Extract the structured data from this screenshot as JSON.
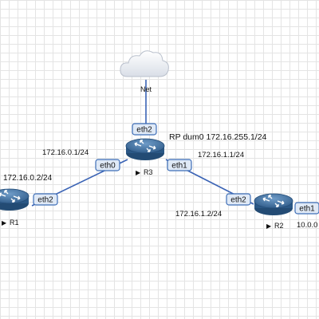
{
  "colors": {
    "link": "#3a63b5",
    "router_body": "#3b6da0",
    "iface_fill": "#dfe9f6",
    "iface_stroke": "#3f6fb8",
    "cloud_fill": "#eef1f6"
  },
  "cloud": {
    "label": "Net",
    "icon": "cloud-icon"
  },
  "routers": {
    "r1": {
      "label": "R1",
      "icon": "router-icon"
    },
    "r2": {
      "label": "R2",
      "icon": "router-icon"
    },
    "r3": {
      "label": "R3",
      "icon": "router-icon"
    }
  },
  "interfaces": {
    "r3_eth2": "eth2",
    "r3_eth0": "eth0",
    "r3_eth1": "eth1",
    "r1_eth2": "eth2",
    "r2_eth2": "eth2",
    "r2_eth1": "eth1"
  },
  "addresses": {
    "rp": "RP dum0 172.16.255.1/24",
    "r3_eth0": "172.16.0.1/24",
    "r3_eth1": "172.16.1.1/24",
    "r1_eth2": "172.16.0.2/24",
    "r2_eth2": "172.16.1.2/24",
    "r2_eth1": "10.0.0"
  }
}
